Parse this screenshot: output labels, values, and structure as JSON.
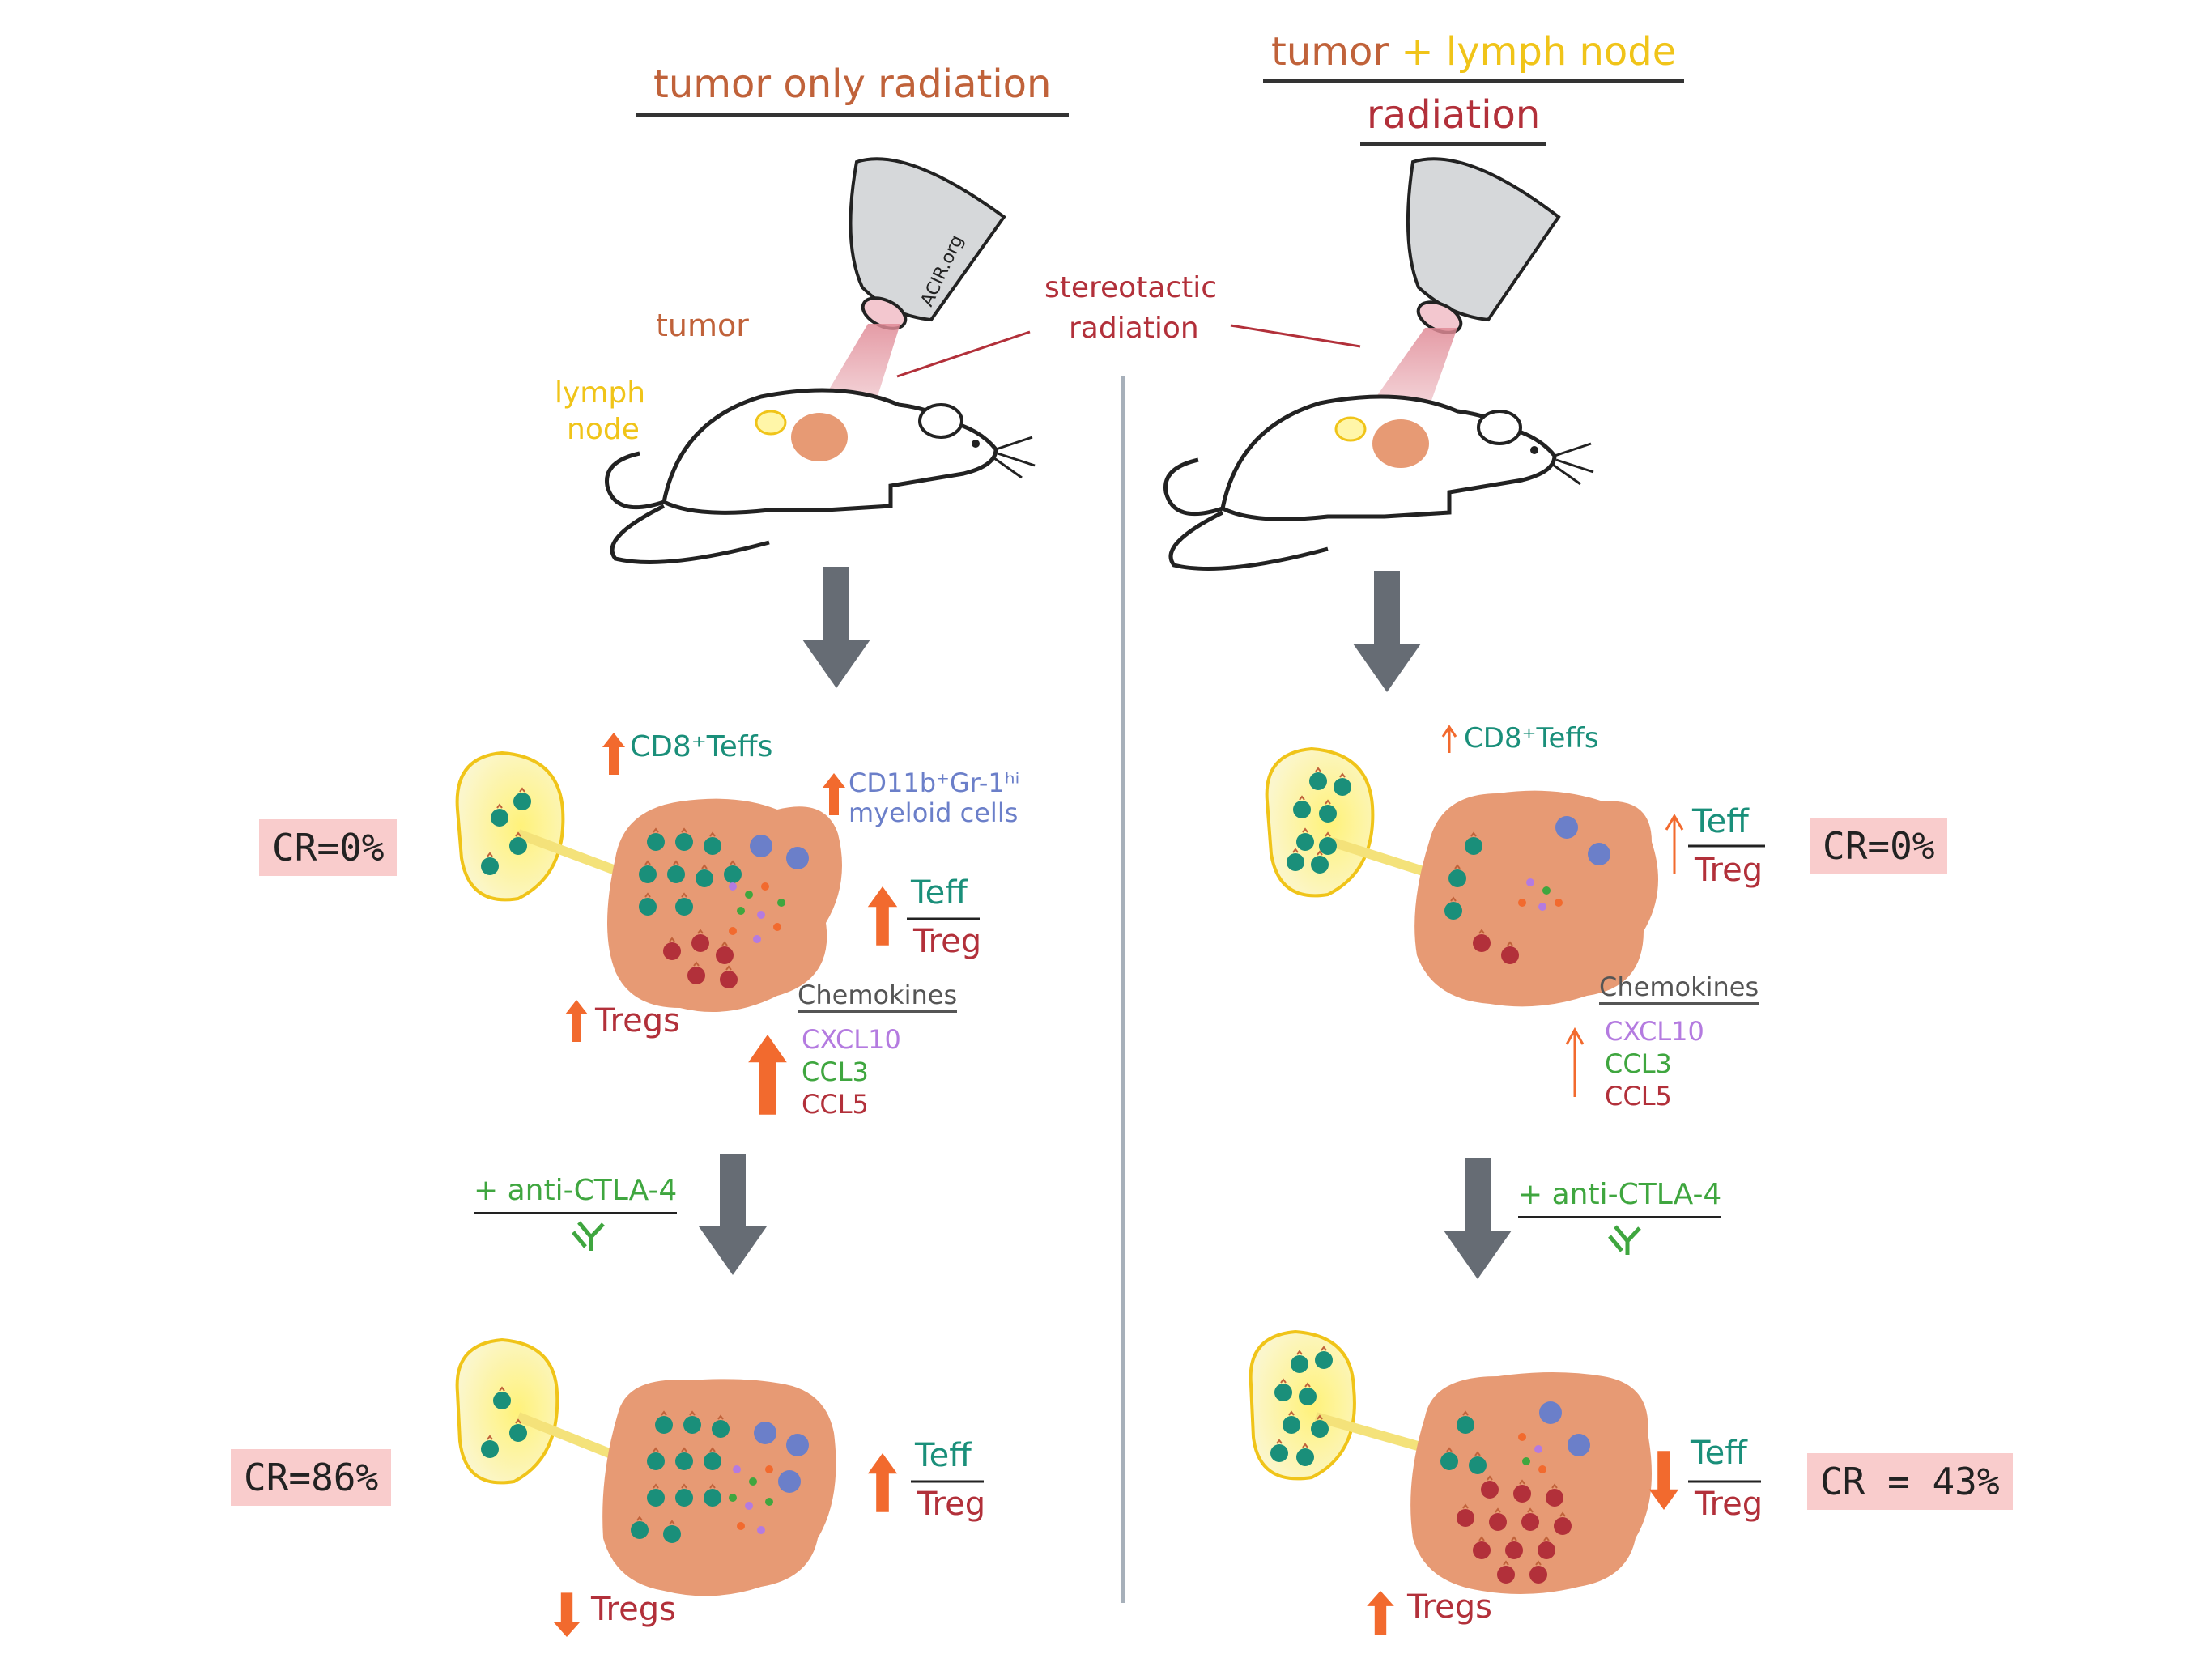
{
  "titles": {
    "left": "tumor only radiation",
    "right_part1": "tumor",
    "right_plus": "+",
    "right_part2": "lymph node",
    "right_line2": "radiation"
  },
  "labels": {
    "tumor": "tumor",
    "lymph_node_line1": "lymph",
    "lymph_node_line2": "node",
    "stereotactic_line1": "stereotactic",
    "stereotactic_line2": "radiation",
    "device_watermark": "ACIR.org"
  },
  "left_panel": {
    "cd8": "CD8⁺Teffs",
    "myeloid_line1": "CD11b⁺Gr-1ʰⁱ",
    "myeloid_line2": "myeloid cells",
    "teff": "Teff",
    "treg": "Treg",
    "tregs": "Tregs",
    "chemokines_title": "Chemokines",
    "chemokines": [
      "CXCL10",
      "CCL3",
      "CCL5"
    ],
    "cr_top": "CR=0%",
    "anti_ctla4": "+ anti-CTLA-4",
    "cr_bottom": "CR=86%",
    "teff_bottom": "Teff",
    "treg_bottom": "Treg",
    "tregs_bottom": "Tregs"
  },
  "right_panel": {
    "cd8": "CD8⁺Teffs",
    "teff": "Teff",
    "treg": "Treg",
    "cr_top": "CR=0%",
    "chemokines_title": "Chemokines",
    "chemokines": [
      "CXCL10",
      "CCL3",
      "CCL5"
    ],
    "anti_ctla4": "+ anti-CTLA-4",
    "cr_bottom": "CR = 43%",
    "teff_bottom": "Teff",
    "treg_bottom": "Treg",
    "tregs_bottom": "Tregs"
  },
  "colors": {
    "orange_arrow": "#f26a2e",
    "teal": "#1a8f7a",
    "dark_red": "#b2303a",
    "brown_text": "#c0623a",
    "yellow": "#f0c419",
    "purple": "#b47be0",
    "green": "#3fa63f",
    "blue_cell": "#6b7fc9",
    "tumor_fill": "#e79a74",
    "cr_box": "#f9cccc",
    "gray_arrow": "#666c74"
  }
}
